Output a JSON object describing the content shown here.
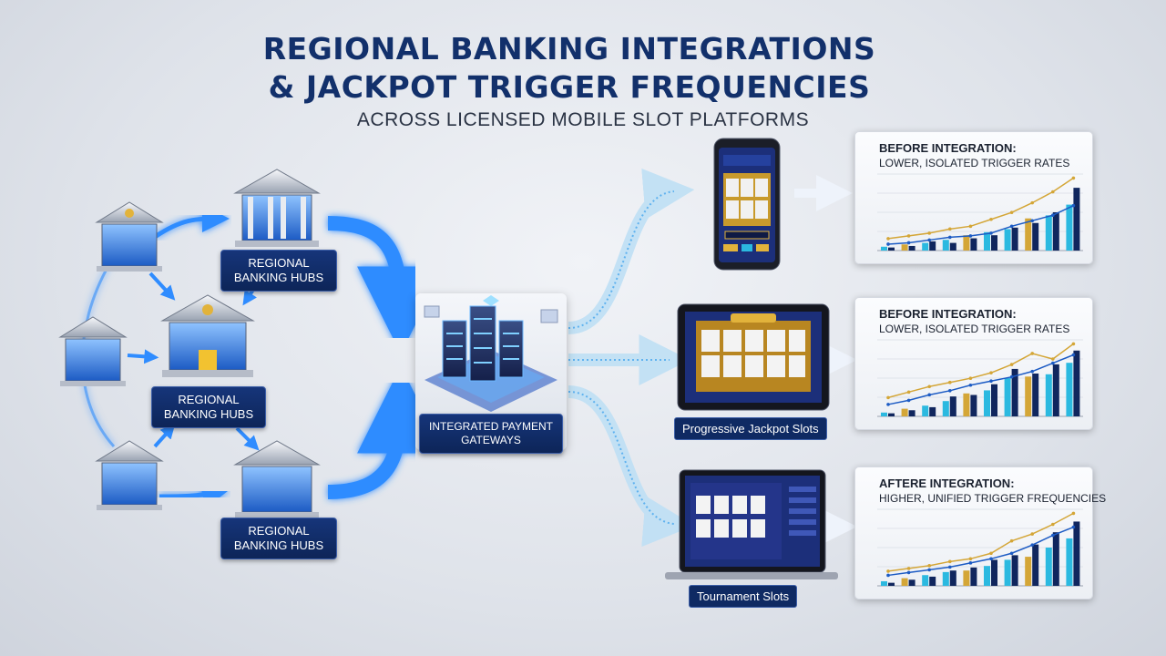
{
  "title": {
    "line1": "REGIONAL BANKING INTEGRATIONS",
    "line2": "& JACKPOT TRIGGER FREQUENCIES",
    "subtitle": "ACROSS LICENSED MOBILE SLOT PLATFORMS"
  },
  "hubs": [
    {
      "label_line1": "REGIONAL",
      "label_line2": "BANKING HUBS"
    },
    {
      "label_line1": "REGIONAL",
      "label_line2": "BANKING HUBS"
    },
    {
      "label_line1": "REGIONAL",
      "label_line2": "BANKING HUBS"
    }
  ],
  "gateway": {
    "label_line1": "INTEGRATED PAYMENT",
    "label_line2": "GATEWAYS"
  },
  "devices": [
    {
      "type": "phone",
      "label": ""
    },
    {
      "type": "tablet",
      "label": "Progressive Jackpot Slots"
    },
    {
      "type": "laptop",
      "label": "Tournament Slots"
    }
  ],
  "charts": [
    {
      "title": "BEFORE INTEGRATION:",
      "subtitle": "LOWER, ISOLATED TRIGGER RATES"
    },
    {
      "title": "BEFORE INTEGRATION:",
      "subtitle": "LOWER, ISOLATED TRIGGER RATES"
    },
    {
      "title": "AFTERE INTEGRATION:",
      "subtitle": "HIGHER, UNIFIED TRIGGER FREQUENCIES"
    }
  ],
  "colors": {
    "navy": "#12306b",
    "flow_blue": "#2f8cff",
    "cyan": "#2bb9e0",
    "gold": "#d4a637",
    "dark_bar": "#10265e"
  }
}
